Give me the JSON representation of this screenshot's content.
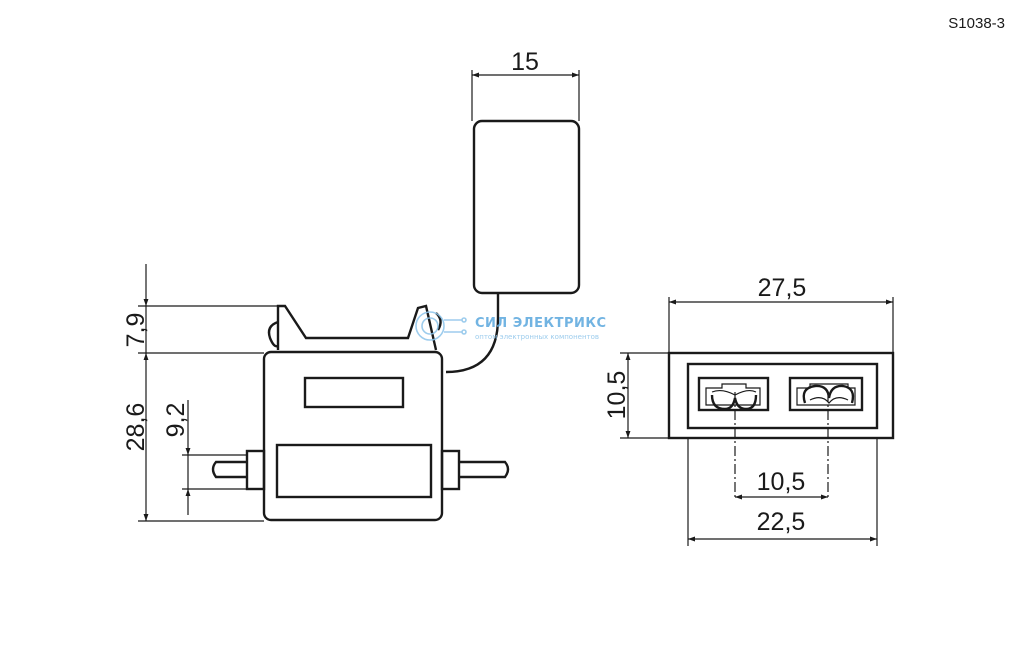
{
  "drawing_code": "S1038-3",
  "dimensions": {
    "cap_width": "15",
    "top_height": "7,9",
    "body_height": "28,6",
    "terminal_height": "9,2",
    "end_width": "27,5",
    "end_height": "10,5",
    "contact_pitch": "10,5",
    "inner_width": "22,5"
  },
  "watermark": {
    "name": "СИЛ ЭЛЕКТРИКС",
    "tagline": "оптом электронных компонентов"
  },
  "colors": {
    "line": "#1a1a1a",
    "watermark": "#5aa7de"
  }
}
